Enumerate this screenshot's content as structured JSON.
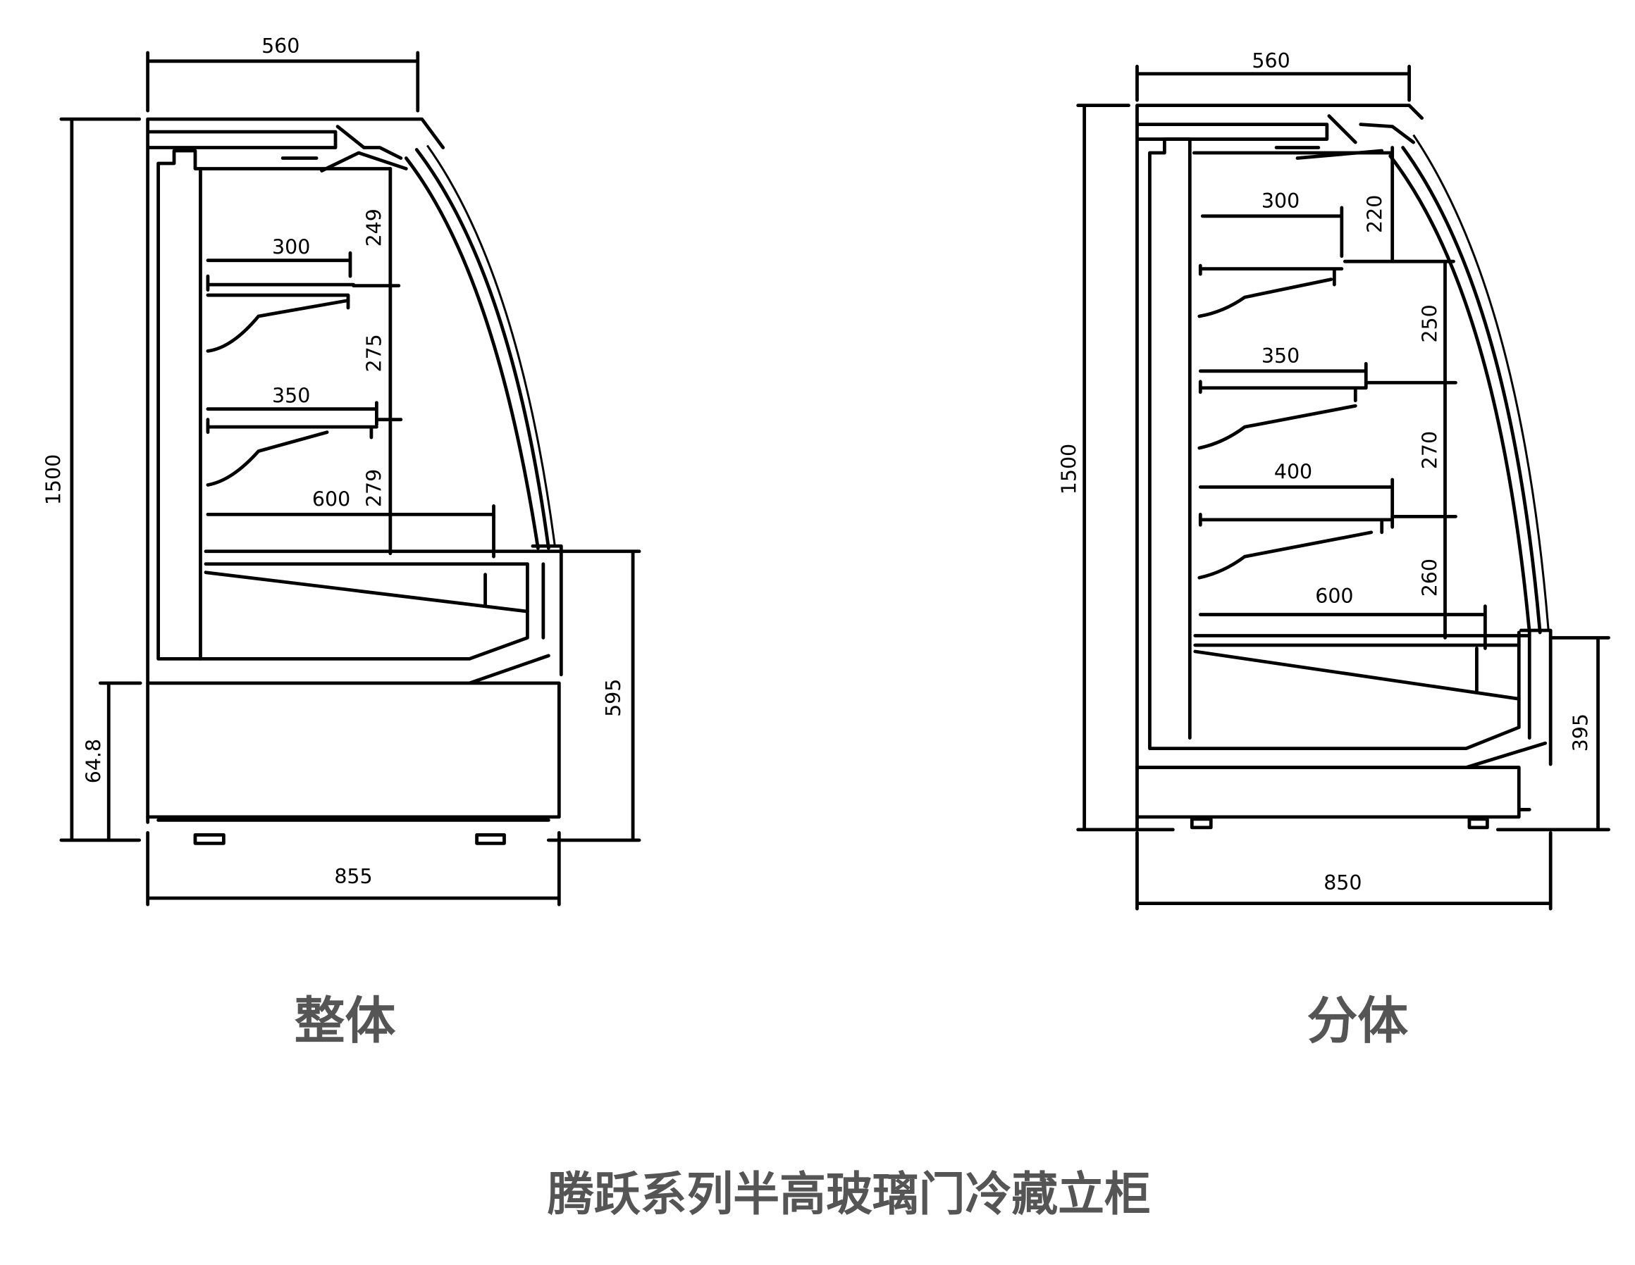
{
  "left_unit": {
    "caption": "整体",
    "dims": {
      "top_depth": "560",
      "height": "1500",
      "base_height": "595",
      "foot_height": "64.8",
      "width": "855"
    },
    "shelf_gaps": [
      "249",
      "275",
      "279"
    ],
    "shelf_depths": [
      "300",
      "350",
      "600"
    ]
  },
  "right_unit": {
    "caption": "分体",
    "dims": {
      "top_depth": "560",
      "height": "1500",
      "base_height": "395",
      "width": "850"
    },
    "shelf_gaps": [
      "220",
      "250",
      "270",
      "260"
    ],
    "shelf_depths": [
      "300",
      "350",
      "400",
      "600"
    ]
  },
  "title": "腾跃系列半高玻璃门冷藏立柜"
}
